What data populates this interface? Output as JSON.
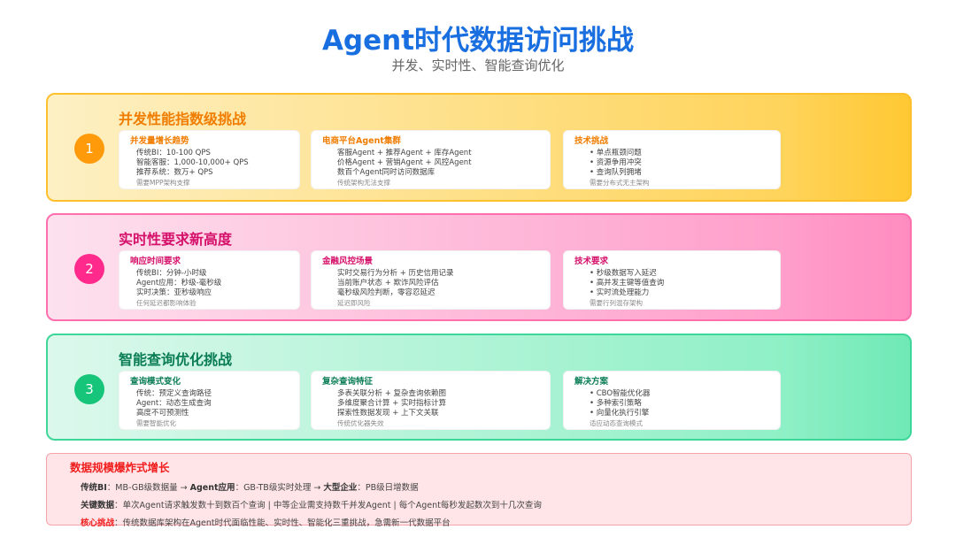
{
  "header": {
    "title": "Agent时代数据访问挑战",
    "subtitle": "并发、实时性、智能查询优化"
  },
  "sections": [
    {
      "number": "1",
      "title": "并发性能指数级挑战",
      "color": "#ff9a0a",
      "cards": [
        {
          "title": "并发量增长趋势",
          "lines": [
            "传统BI：10-100 QPS",
            "智能客服：1,000-10,000+ QPS",
            "推荐系统：数万+ QPS"
          ],
          "note": "需要MPP架构支撑"
        },
        {
          "title": "电商平台Agent集群",
          "lines": [
            "客服Agent + 推荐Agent + 库存Agent",
            "价格Agent + 营销Agent + 风控Agent",
            "数百个Agent同时访问数据库"
          ],
          "note": "传统架构无法支撑"
        },
        {
          "title": "技术挑战",
          "lines": [
            "单点瓶颈问题",
            "资源争用冲突",
            "查询队列拥堵"
          ],
          "note": "需要分布式无主架构"
        }
      ]
    },
    {
      "number": "2",
      "title": "实时性要求新高度",
      "color": "#ff2a8c",
      "cards": [
        {
          "title": "响应时间要求",
          "lines": [
            "传统BI：分钟-小时级",
            "Agent应用：秒级-毫秒级",
            "实时决策：亚秒级响应"
          ],
          "note": "任何延迟都影响体验"
        },
        {
          "title": "金融风控场景",
          "lines": [
            "实时交易行为分析 + 历史信用记录",
            "当前账户状态 + 欺诈风险评估",
            "毫秒级风险判断，零容忍延迟"
          ],
          "note": "延迟即风险"
        },
        {
          "title": "技术要求",
          "lines": [
            "秒级数据写入延迟",
            "高并发主键等值查询",
            "实时流处理能力"
          ],
          "note": "需要行列混存架构"
        }
      ]
    },
    {
      "number": "3",
      "title": "智能查询优化挑战",
      "color": "#16c47a",
      "cards": [
        {
          "title": "查询模式变化",
          "lines": [
            "传统：预定义查询路径",
            "Agent：动态生成查询",
            "高度不可预测性"
          ],
          "note": "需要智能优化"
        },
        {
          "title": "复杂查询特征",
          "lines": [
            "多表关联分析 + 复杂查询依赖图",
            "多维度聚合计算 + 实时指标计算",
            "探索性数据发现 + 上下文关联"
          ],
          "note": "传统优化器失效"
        },
        {
          "title": "解决方案",
          "lines": [
            "CBO智能优化器",
            "多种索引策略",
            "向量化执行引擎"
          ],
          "note": "适应动态查询模式"
        }
      ]
    }
  ],
  "bottom": {
    "title": "数据规模爆炸式增长",
    "row1": {
      "a_label": "传统BI",
      "a_text": "：MB-GB级数据量 → ",
      "b_label": "Agent应用",
      "b_text": "：GB-TB级实时处理 → ",
      "c_label": "大型企业",
      "c_text": "：PB级日增数据"
    },
    "row2": {
      "label": "关键数据",
      "text": "：单次Agent请求触发数十到数百个查询 | 中等企业需支持数千并发Agent | 每个Agent每秒发起数次到十几次查询"
    },
    "row3": {
      "label": "核心挑战",
      "text": "：传统数据库架构在Agent时代面临性能、实时性、智能化三重挑战，急需新一代数据平台"
    }
  }
}
